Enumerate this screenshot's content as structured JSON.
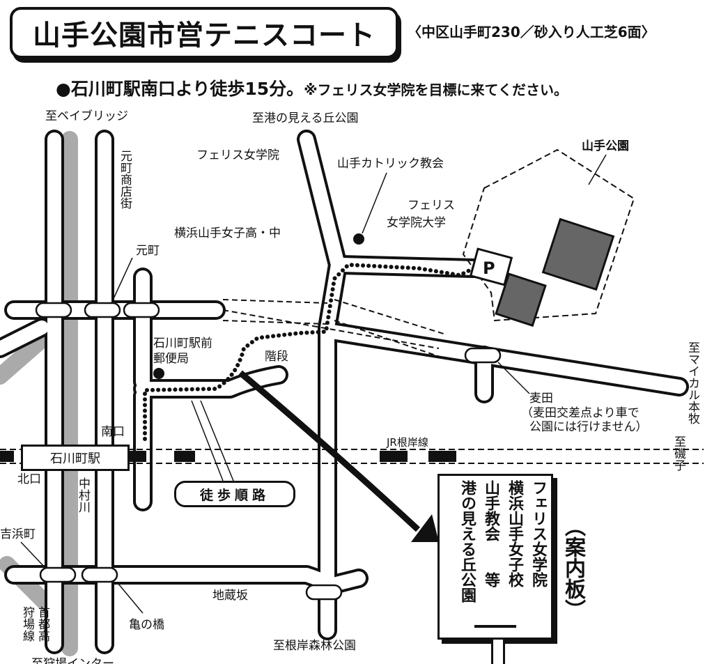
{
  "header": {
    "title": "山手公園市営テニスコート",
    "subtitle": "〈中区山手町230／砂入り人工芝6面〉",
    "lead_main": "●石川町駅南口より徒歩15分。",
    "lead_note": "※フェリス女学院を目標に来てください。"
  },
  "labels": {
    "bay_bridge": "至ベイブリッジ",
    "minato_park": "至港の見える丘公園",
    "ferris_school": "フェリス女学院",
    "yamate_catholic": "山手カトリック教会",
    "yamate_park": "山手公園",
    "ferris_univ_1": "フェリス",
    "ferris_univ_2": "女学院大学",
    "yokohama_yamate": "横浜山手女子高・中",
    "motomachi_shotengai": "元町商店街",
    "motomachi": "元町",
    "post_office_1": "石川町駅前",
    "post_office_2": "郵便局",
    "stairs": "階段",
    "mugita": "麦田",
    "mugita_note_1": "（麦田交差点より車で",
    "mugita_note_2": "公園には行けません）",
    "to_maikaru": "至マイカル本牧",
    "minamiguchi": "南口",
    "station": "石川町駅",
    "kitaguchi": "北口",
    "jr_line": "JR根岸線",
    "to_isogo": "至磯子",
    "walk_route": "徒歩順路",
    "nakamuragawa": "中村川",
    "yoshihamacho": "吉浜町",
    "kariba_line": "狩場線",
    "shuto_ko": "首都高",
    "kamenohashi": "亀の橋",
    "jizozaka": "地蔵坂",
    "negishi_park": "至根岸森林公園",
    "kariba_ic": "至狩場インター",
    "parking": "P"
  },
  "board": {
    "label": "（案内板）",
    "lines": [
      "フェリス女学院",
      "横浜山手女子校",
      "山手教会　　等",
      "港の見える丘公園"
    ]
  }
}
